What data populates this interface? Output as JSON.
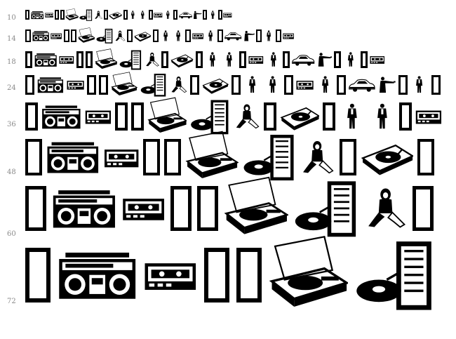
{
  "preview": {
    "rows": [
      {
        "label": "10"
      },
      {
        "label": "14"
      },
      {
        "label": "18"
      },
      {
        "label": "24"
      },
      {
        "label": "36"
      },
      {
        "label": "48"
      },
      {
        "label": "60"
      },
      {
        "label": "72"
      }
    ]
  },
  "colors": {
    "ink": "#000000",
    "label": "#8a8a8a",
    "background": "#ffffff"
  },
  "glyph_icons": [
    "missing-glyph-box",
    "boombox-icon",
    "cassette-deck-icon",
    "turntable-icon",
    "record-player-cabinet-icon",
    "sitting-woman-icon",
    "dj-turntable-icon",
    "standing-man-icon",
    "vintage-car-icon",
    "gunman-icon"
  ]
}
